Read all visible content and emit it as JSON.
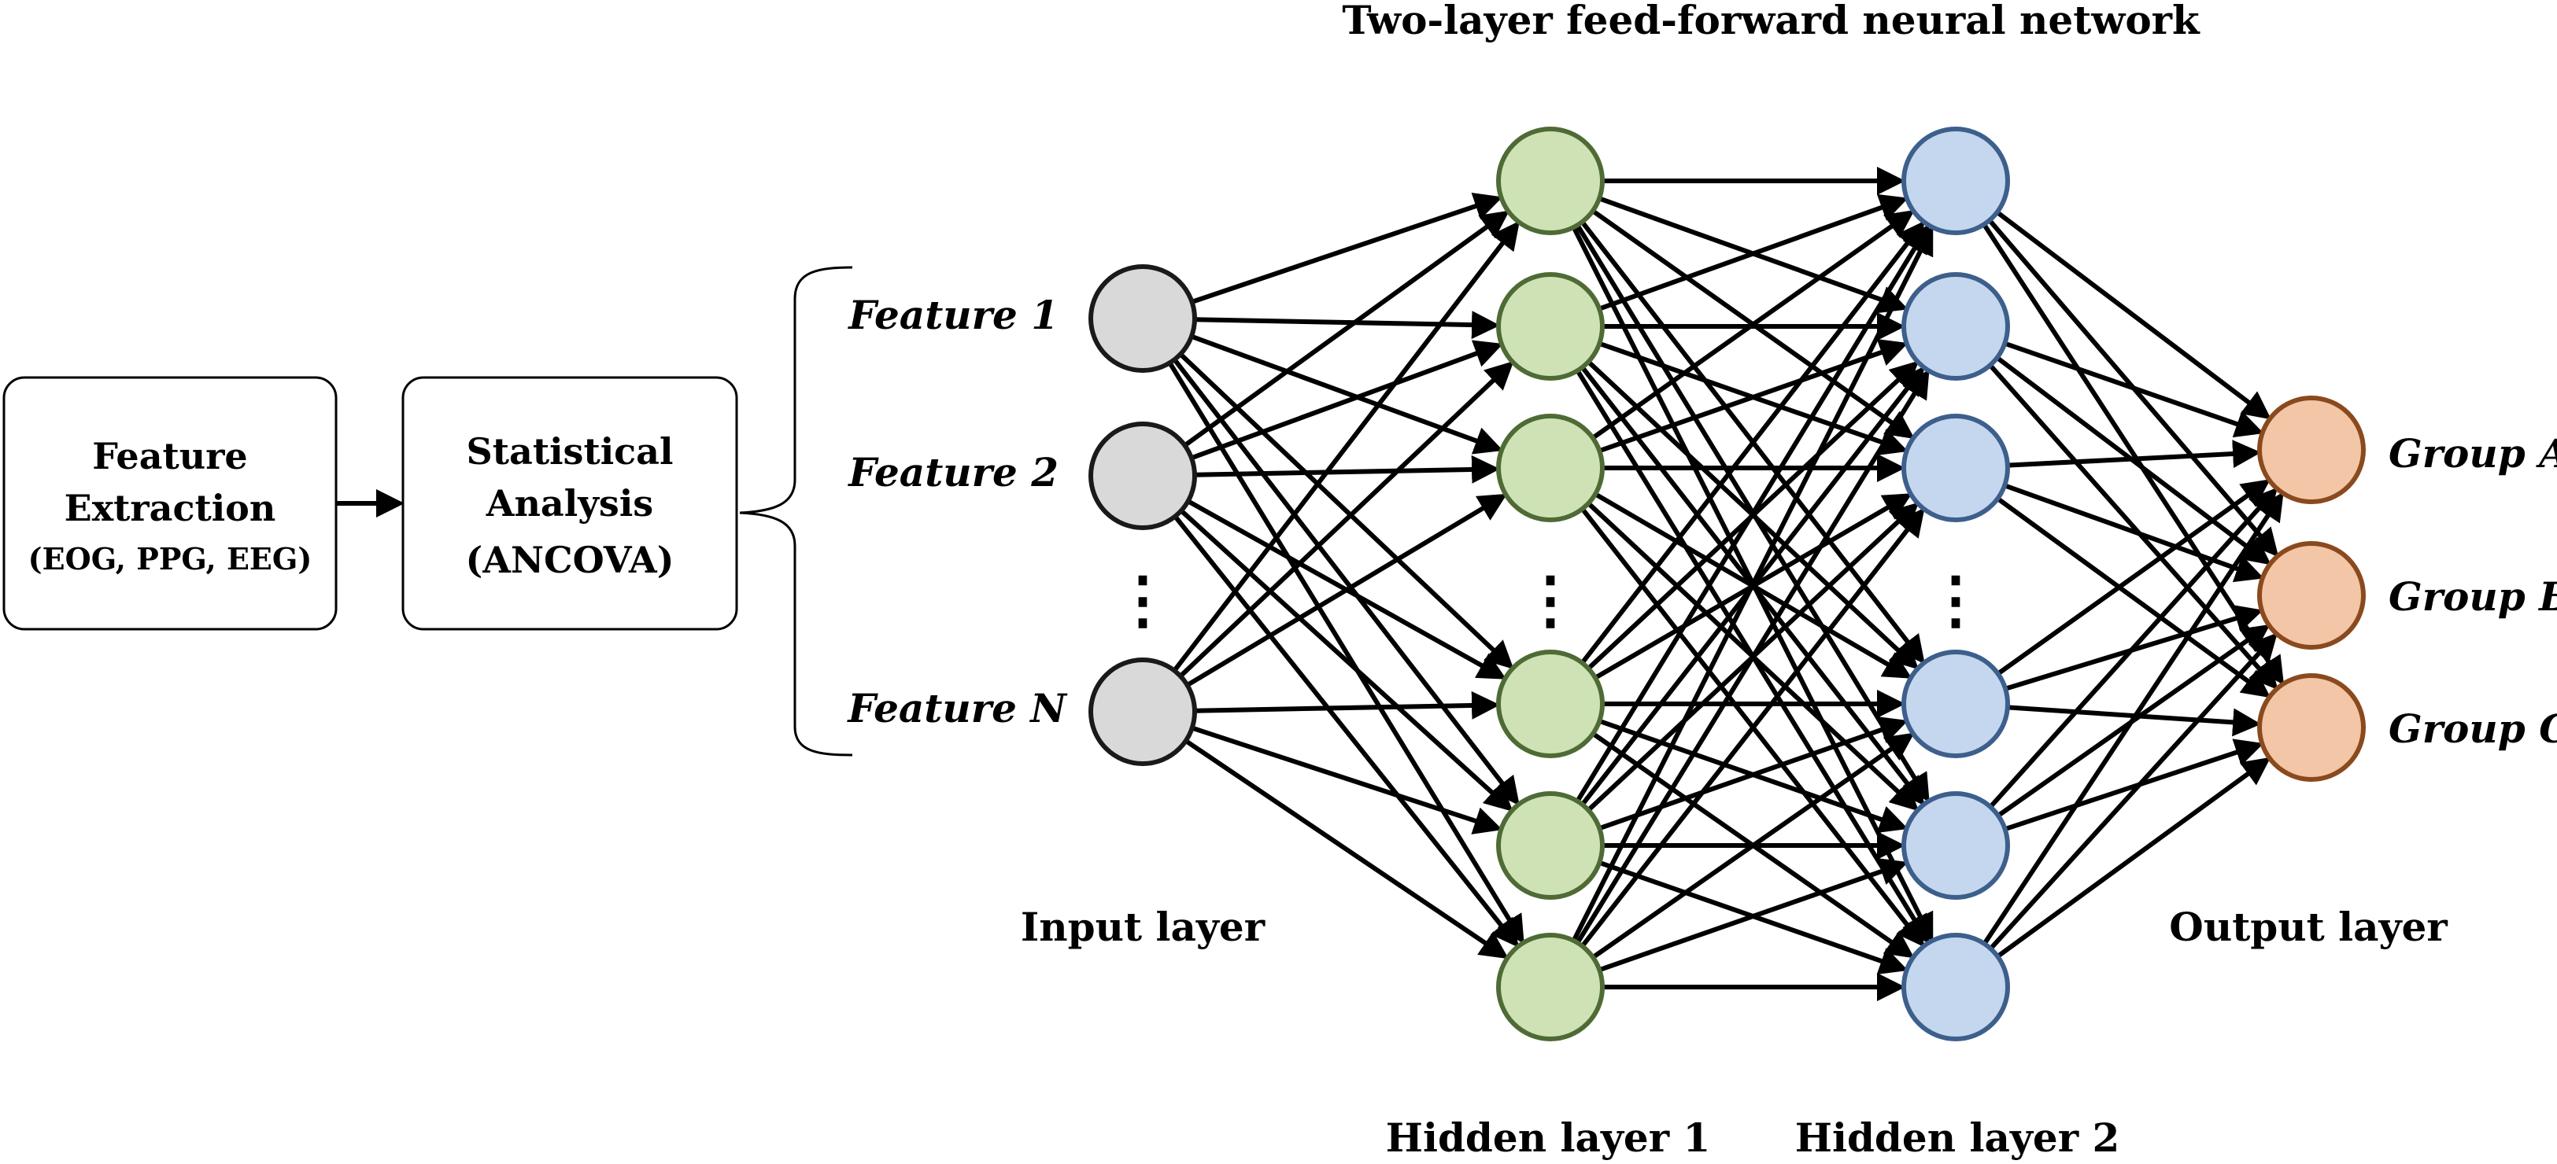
{
  "title": "Two-layer feed-forward neural network",
  "boxes": {
    "feature_extraction": [
      "Feature",
      "Extraction",
      "(EOG, PPG, EEG)"
    ],
    "statistical_analysis": [
      "Statistical",
      "Analysis",
      "(ANCOVA)"
    ]
  },
  "input_features": [
    "Feature 1",
    "Feature 2",
    "Feature N"
  ],
  "outputs": [
    "Group A",
    "Group B",
    "Group C"
  ],
  "layer_labels": {
    "input": "Input layer",
    "hidden1": "Hidden layer 1",
    "hidden2": "Hidden layer 2",
    "output": "Output layer"
  },
  "ellipsis": "⋮",
  "colors": {
    "input_fill": "#d9d9d9",
    "input_stroke": "#1a1a1a",
    "hidden1_fill": "#cfe2b6",
    "hidden1_stroke": "#4f6b35",
    "hidden2_fill": "#c5d7ee",
    "hidden2_stroke": "#3d5f8c",
    "output_fill": "#f2c6a6",
    "output_stroke": "#8a4a1e"
  }
}
